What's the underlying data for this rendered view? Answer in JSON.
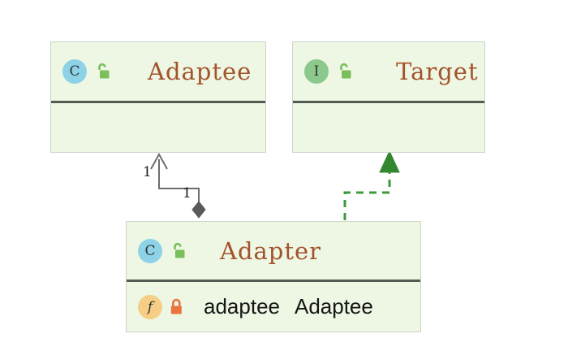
{
  "diagram": {
    "kind": "uml-class-diagram",
    "background_color": "#ffffff",
    "node_fill_color": "#edf7e3",
    "node_border_color": "#cdd3c9",
    "divider_color": "#555a54",
    "type_name_color": "#a3522c",
    "member_text_color": "#161616",
    "class_badge_color": "#8ed2e8",
    "interface_badge_color": "#8cc98c",
    "field_badge_color": "#f6ce85",
    "public_lock_color": "#79bf5c",
    "private_lock_color": "#e8743f",
    "association_line_color": "#6d6d6d",
    "realization_line_color": "#3c9a3c"
  },
  "nodes": {
    "adaptee": {
      "stereotype_letter": "C",
      "stereotype": "class",
      "visibility_icon": "unlocked-padlock-icon",
      "visibility": "public",
      "name": "Adaptee",
      "members": []
    },
    "target": {
      "stereotype_letter": "I",
      "stereotype": "interface",
      "visibility_icon": "unlocked-padlock-icon",
      "visibility": "public",
      "name": "Target",
      "members": []
    },
    "adapter": {
      "stereotype_letter": "C",
      "stereotype": "class",
      "visibility_icon": "unlocked-padlock-icon",
      "visibility": "public",
      "name": "Adapter",
      "members": [
        {
          "kind_letter": "f",
          "kind": "field",
          "visibility_icon": "locked-padlock-icon",
          "visibility": "private",
          "name": "adaptee",
          "type": "Adaptee"
        }
      ]
    }
  },
  "edges": [
    {
      "id": "aggregation",
      "from": "adapter",
      "to": "adaptee",
      "type": "aggregation",
      "source_multiplicity": "1",
      "target_multiplicity": "1",
      "style": "solid",
      "source_decoration": "filled-diamond",
      "target_decoration": "open-arrow"
    },
    {
      "id": "realization",
      "from": "adapter",
      "to": "target",
      "type": "realization",
      "style": "dashed",
      "source_decoration": "none",
      "target_decoration": "filled-triangle"
    }
  ],
  "labels": {
    "multiplicity_top": "1",
    "multiplicity_bottom": "1"
  }
}
